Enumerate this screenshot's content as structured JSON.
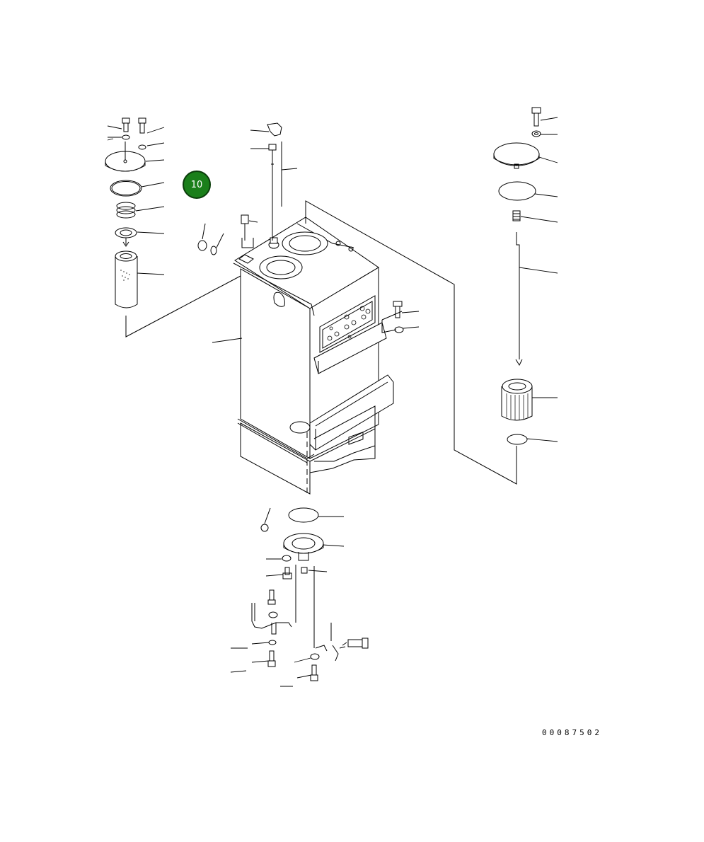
{
  "callout": {
    "label": "10",
    "color": "#1a7f1a"
  },
  "drawing_number": "00087502",
  "icons": [
    "hydraulic-tank",
    "filter-cartridge",
    "strainer",
    "bolt",
    "washer",
    "gasket",
    "spring",
    "cover",
    "dipstick",
    "breather",
    "drain-valve",
    "hose"
  ]
}
